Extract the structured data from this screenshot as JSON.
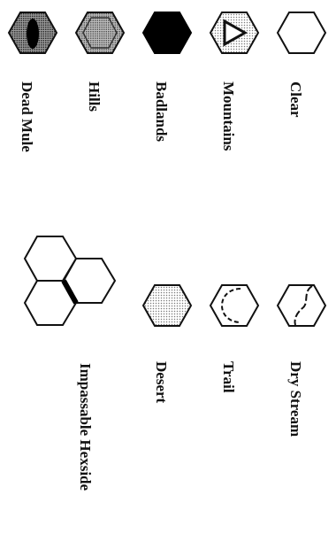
{
  "legend": {
    "items": [
      {
        "id": "clear",
        "label": "Clear",
        "icon": "clear-hex-icon"
      },
      {
        "id": "mountains",
        "label": "Mountains",
        "icon": "mountains-hex-icon"
      },
      {
        "id": "badlands",
        "label": "Badlands",
        "icon": "badlands-hex-icon"
      },
      {
        "id": "hills",
        "label": "Hills",
        "icon": "hills-hex-icon"
      },
      {
        "id": "dead_mule",
        "label": "Dead Mule",
        "icon": "dead-mule-hex-icon"
      },
      {
        "id": "dry_stream",
        "label": "Dry Stream",
        "icon": "dry-stream-hex-icon"
      },
      {
        "id": "trail",
        "label": "Trail",
        "icon": "trail-hex-icon"
      },
      {
        "id": "desert",
        "label": "Desert",
        "icon": "desert-hex-icon"
      },
      {
        "id": "impassable_hexside",
        "label": "Impassable Hexside",
        "icon": "impassable-hexside-icon"
      }
    ]
  },
  "colors": {
    "ink": "#111111",
    "badlands_fill": "#000000",
    "hills_fill": "#8a8a8a",
    "mountains_fill": "#cfcfcf",
    "desert_fill": "#d9d9d9",
    "dead_mule_fill": "#9a9a9a"
  }
}
